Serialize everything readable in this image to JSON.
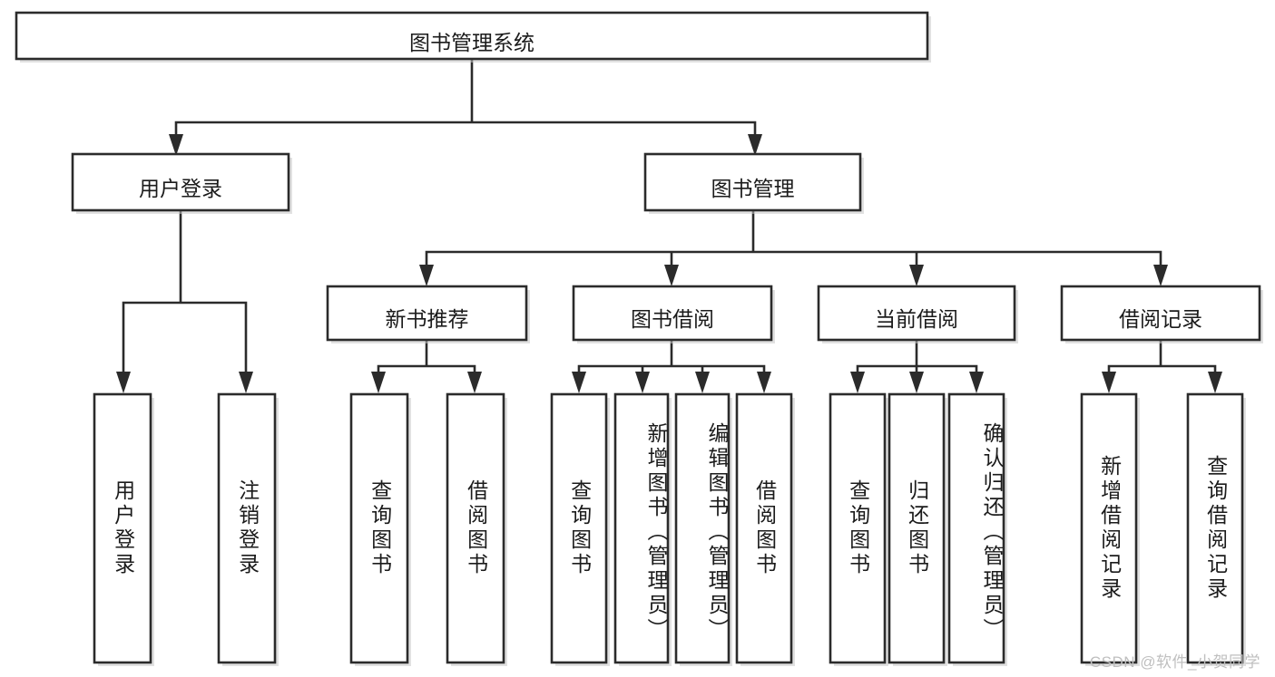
{
  "diagram": {
    "title": "图书管理系统",
    "type": "tree-hierarchy-diagram",
    "colors": {
      "stroke": "#2b2b2b",
      "fill": "#ffffff",
      "text": "#1b1b1b",
      "background": "#ffffff",
      "watermark": "#bfbfbf"
    },
    "root": {
      "label": "图书管理系统"
    },
    "level2": [
      {
        "label": "用户登录"
      },
      {
        "label": "图书管理"
      }
    ],
    "level3": [
      {
        "label": "新书推荐"
      },
      {
        "label": "图书借阅"
      },
      {
        "label": "当前借阅"
      },
      {
        "label": "借阅记录"
      }
    ],
    "leaves": {
      "user_login": [
        {
          "label": "用户登录"
        },
        {
          "label": "注销登录"
        }
      ],
      "new_book_recommend": [
        {
          "label": "查询图书"
        },
        {
          "label": "借阅图书"
        }
      ],
      "book_borrow": [
        {
          "label": "查询图书"
        },
        {
          "label": "新增图书（管理员）"
        },
        {
          "label": "编辑图书（管理员）"
        },
        {
          "label": "借阅图书"
        }
      ],
      "current_borrow": [
        {
          "label": "查询图书"
        },
        {
          "label": "归还图书"
        },
        {
          "label": "确认归还（管理员）"
        }
      ],
      "borrow_records": [
        {
          "label": "新增借阅记录"
        },
        {
          "label": "查询借阅记录"
        }
      ]
    }
  },
  "watermark": {
    "text": "CSDN @软件_小贺同学"
  }
}
